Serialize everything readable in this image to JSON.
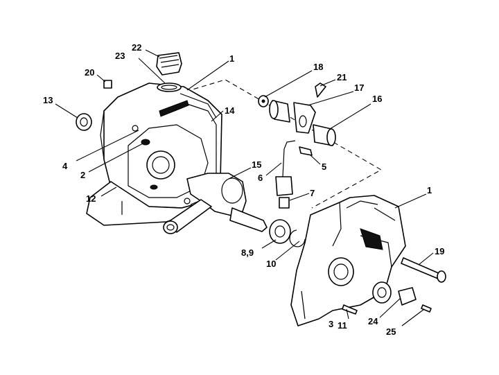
{
  "callouts": [
    "22",
    "23",
    "1",
    "20",
    "18",
    "21",
    "13",
    "17",
    "16",
    "14",
    "4",
    "2",
    "5",
    "15",
    "6",
    "7",
    "12",
    "1",
    "8,9",
    "10",
    "19",
    "3",
    "11",
    "24",
    "25"
  ]
}
